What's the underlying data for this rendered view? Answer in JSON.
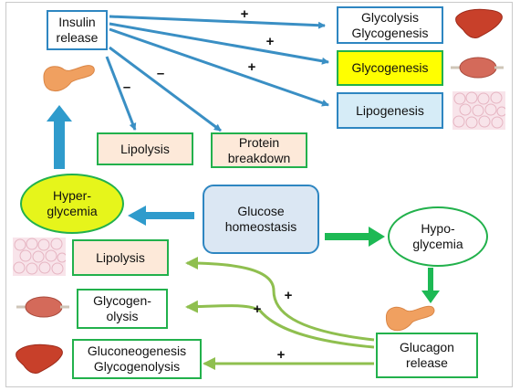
{
  "nodes": {
    "insulin_release": [
      "Insulin",
      "release"
    ],
    "glycolysis_glycogenesis": [
      "Glycolysis",
      "Glycogenesis"
    ],
    "glycogenesis": [
      "Glycogenesis"
    ],
    "lipogenesis": [
      "Lipogenesis"
    ],
    "lipolysis_top": [
      "Lipolysis"
    ],
    "protein_breakdown": [
      "Protein",
      "breakdown"
    ],
    "hyperglycemia": [
      "Hyper-",
      "glycemia"
    ],
    "glucose_homeostasis": [
      "Glucose",
      "homeostasis"
    ],
    "hypoglycemia": [
      "Hypo-",
      "glycemia"
    ],
    "lipolysis_bottom": [
      "Lipolysis"
    ],
    "glycogenolysis": [
      "Glycogen-",
      "olysis"
    ],
    "gluconeogenesis_glycogenolysis": [
      "Gluconeogenesis",
      "Glycogenolysis"
    ],
    "glucagon_release": [
      "Glucagon",
      "release"
    ]
  },
  "signs": {
    "insulin_to_glycolysis": "+",
    "insulin_to_glycogenesis": "+",
    "insulin_to_lipogenesis": "+",
    "insulin_to_lipolysis": "–",
    "insulin_to_protein": "–",
    "glucagon_to_lipolysis": "+",
    "glucagon_to_glycogenolysis": "+",
    "glucagon_to_gluconeogenesis": "+"
  },
  "colors": {
    "blue_arrow": "#3a8fc4",
    "thick_blue_arrow": "#2f9bcc",
    "green_arrow": "#1db954",
    "olive_arrow": "#8fbf4f",
    "blue_border": "#2e86c1",
    "green_border": "#22b14c",
    "peach_fill": "#fde9d9",
    "yellow_fill": "#ffff00",
    "light_blue_fill": "#d6ecf7",
    "homeostasis_fill": "#dbe7f3",
    "hyper_fill": "#e6f51b",
    "pancreas": "#f0a060",
    "liver": "#c8402a",
    "muscle": "#d46a5a",
    "fat_tissue": "#f3d3dc"
  },
  "icons": [
    "pancreas-icon",
    "liver-icon",
    "muscle-icon",
    "fat-tissue-icon"
  ]
}
